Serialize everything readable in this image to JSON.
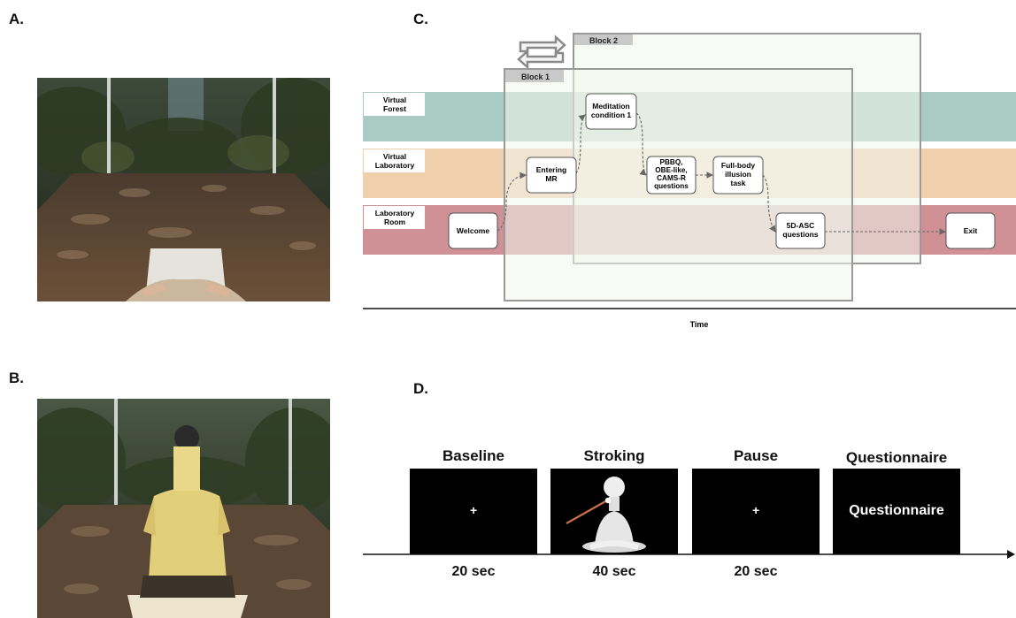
{
  "panels": {
    "a": "A.",
    "b": "B.",
    "c": "C.",
    "d": "D."
  },
  "diagram": {
    "blocks": [
      "Block 1",
      "Block 2"
    ],
    "lanes": [
      {
        "label": "Virtual\nForest",
        "color": "#a8cbc4"
      },
      {
        "label": "Virtual\nLaboratory",
        "color": "#f0cfad"
      },
      {
        "label": "Laboratory\nRoom",
        "color": "#cf9096"
      }
    ],
    "nodes": [
      {
        "id": "welcome",
        "label": "Welcome"
      },
      {
        "id": "entering",
        "label": "Entering\nMR"
      },
      {
        "id": "meditation",
        "label": "Meditation\ncondition 1"
      },
      {
        "id": "pbbq",
        "label": "PBBQ,\nOBE-like,\nCAMS-R\nquestions"
      },
      {
        "id": "fullbody",
        "label": "Full-body\nillusion\ntask"
      },
      {
        "id": "asc",
        "label": "5D-ASC\nquestions"
      },
      {
        "id": "exit",
        "label": "Exit"
      }
    ],
    "time_label": "Time"
  },
  "sequence": [
    {
      "title": "Baseline",
      "content": "fixation",
      "duration": "20 sec"
    },
    {
      "title": "Stroking",
      "content": "figure",
      "duration": "40 sec"
    },
    {
      "title": "Pause",
      "content": "fixation",
      "duration": "20 sec"
    },
    {
      "title": "Questionnaire",
      "content": "Questionnaire",
      "duration": ""
    }
  ],
  "fixation_glyph": "+"
}
